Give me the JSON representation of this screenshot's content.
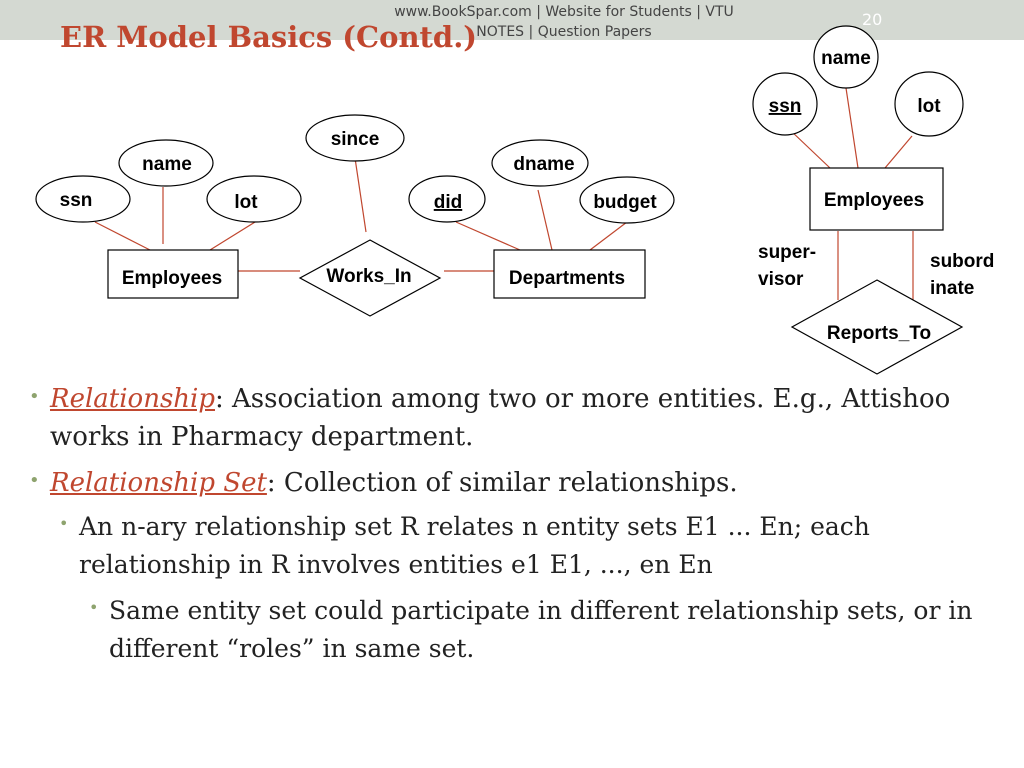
{
  "header": {
    "banner": "www.BookSpar.com | Website for Students | VTU NOTES | Question Papers",
    "slide_number": "20",
    "title": "ER Model Basics (Contd.)"
  },
  "diagram": {
    "left": {
      "attr_since": "since",
      "attr_name": "name",
      "attr_dname": "dname",
      "attr_ssn": "ssn",
      "attr_lot": "lot",
      "attr_did": "did",
      "attr_budget": "budget",
      "entity_employees": "Employees",
      "relationship_works_in": "Works_In",
      "entity_departments": "Departments"
    },
    "right": {
      "attr_name": "name",
      "attr_ssn": "ssn",
      "attr_lot": "lot",
      "entity_employees": "Employees",
      "role_supervisor_1": "super-",
      "role_supervisor_2": "visor",
      "role_subordinate_1": "subord",
      "role_subordinate_2": "inate",
      "relationship_reports_to": "Reports_To"
    }
  },
  "bullets": {
    "b1_term": "Relationship",
    "b1_colon": ":",
    "b1_text": "  Association among two or more entities.  E.g., Attishoo works in Pharmacy department.",
    "b2_term": "Relationship Set",
    "b2_colon": ":",
    "b2_text": "  Collection of similar relationships.",
    "b3_text": "An n-ary relationship set  R relates n entity sets E1 ... En; each relationship in R involves entities e1  E1, ..., en   En",
    "b4_text": "Same entity set could participate in different relationship sets, or in different “roles” in same set.",
    "bullet_glyph": "•"
  },
  "colors": {
    "accent": "#c0472f",
    "band": "#d4d9d2",
    "bullet": "#8ea36e",
    "connector": "#c0472f"
  }
}
